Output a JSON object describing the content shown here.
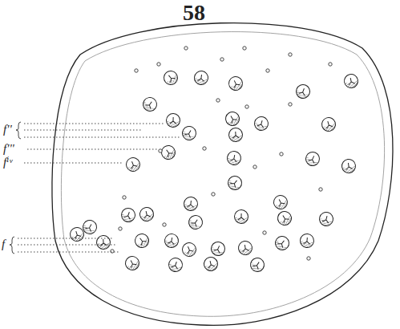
{
  "diagram": {
    "labels": [
      "58",
      "f''",
      "f'''",
      "fⁱᵛ",
      "f"
    ]
  }
}
